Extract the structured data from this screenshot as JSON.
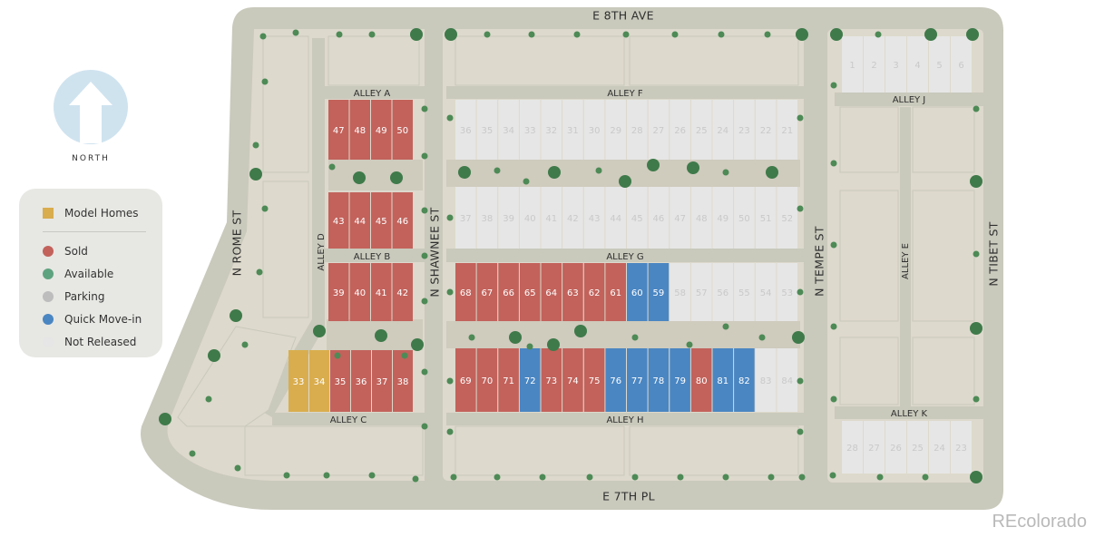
{
  "compass": {
    "label": "NORTH",
    "icon": "north-arrow-icon"
  },
  "legend": {
    "items": [
      {
        "label": "Model Homes",
        "status": "model",
        "shape": "square",
        "color": "#d9ad4e"
      },
      {
        "label": "Sold",
        "status": "sold",
        "shape": "circle",
        "color": "#c2625b"
      },
      {
        "label": "Available",
        "status": "available",
        "shape": "circle",
        "color": "#5ea37f"
      },
      {
        "label": "Parking",
        "status": "parking",
        "shape": "circle",
        "color": "#bdbdbd"
      },
      {
        "label": "Quick Move-in",
        "status": "quick",
        "shape": "circle",
        "color": "#4a86c2"
      },
      {
        "label": "Not Released",
        "status": "not_released",
        "shape": "circle",
        "color": "#e6e6e6"
      }
    ]
  },
  "streets": {
    "e8th": "E 8TH AVE",
    "e7th": "E 7TH PL",
    "rome": "N ROME ST",
    "shawnee": "N SHAWNEE ST",
    "tempe": "N TEMPE ST",
    "tibet": "N TIBET ST"
  },
  "alleys": {
    "a": "ALLEY A",
    "b": "ALLEY B",
    "c": "ALLEY C",
    "d": "ALLEY D",
    "e": "ALLEY E",
    "f": "ALLEY F",
    "g": "ALLEY G",
    "h": "ALLEY H",
    "j": "ALLEY J",
    "k": "ALLEY K"
  },
  "lot_rows": [
    {
      "id": "alley-a-south",
      "lots": [
        {
          "n": "47",
          "s": "sold"
        },
        {
          "n": "48",
          "s": "sold"
        },
        {
          "n": "49",
          "s": "sold"
        },
        {
          "n": "50",
          "s": "sold"
        }
      ]
    },
    {
      "id": "alley-b-north",
      "lots": [
        {
          "n": "43",
          "s": "sold"
        },
        {
          "n": "44",
          "s": "sold"
        },
        {
          "n": "45",
          "s": "sold"
        },
        {
          "n": "46",
          "s": "sold"
        }
      ]
    },
    {
      "id": "alley-b-south",
      "lots": [
        {
          "n": "39",
          "s": "sold"
        },
        {
          "n": "40",
          "s": "sold"
        },
        {
          "n": "41",
          "s": "sold"
        },
        {
          "n": "42",
          "s": "sold"
        }
      ]
    },
    {
      "id": "alley-c-north",
      "lots": [
        {
          "n": "33",
          "s": "model"
        },
        {
          "n": "34",
          "s": "model"
        },
        {
          "n": "35",
          "s": "sold"
        },
        {
          "n": "36",
          "s": "sold"
        },
        {
          "n": "37",
          "s": "sold"
        },
        {
          "n": "38",
          "s": "sold"
        }
      ]
    },
    {
      "id": "alley-f-south",
      "lots": [
        {
          "n": "36",
          "s": "not_released"
        },
        {
          "n": "35",
          "s": "not_released"
        },
        {
          "n": "34",
          "s": "not_released"
        },
        {
          "n": "33",
          "s": "not_released"
        },
        {
          "n": "32",
          "s": "not_released"
        },
        {
          "n": "31",
          "s": "not_released"
        },
        {
          "n": "30",
          "s": "not_released"
        },
        {
          "n": "29",
          "s": "not_released"
        },
        {
          "n": "28",
          "s": "not_released"
        },
        {
          "n": "27",
          "s": "not_released"
        },
        {
          "n": "26",
          "s": "not_released"
        },
        {
          "n": "25",
          "s": "not_released"
        },
        {
          "n": "24",
          "s": "not_released"
        },
        {
          "n": "23",
          "s": "not_released"
        },
        {
          "n": "22",
          "s": "not_released"
        },
        {
          "n": "21",
          "s": "not_released"
        }
      ]
    },
    {
      "id": "alley-g-north",
      "lots": [
        {
          "n": "37",
          "s": "not_released"
        },
        {
          "n": "38",
          "s": "not_released"
        },
        {
          "n": "39",
          "s": "not_released"
        },
        {
          "n": "40",
          "s": "not_released"
        },
        {
          "n": "41",
          "s": "not_released"
        },
        {
          "n": "42",
          "s": "not_released"
        },
        {
          "n": "43",
          "s": "not_released"
        },
        {
          "n": "44",
          "s": "not_released"
        },
        {
          "n": "45",
          "s": "not_released"
        },
        {
          "n": "46",
          "s": "not_released"
        },
        {
          "n": "47",
          "s": "not_released"
        },
        {
          "n": "48",
          "s": "not_released"
        },
        {
          "n": "49",
          "s": "not_released"
        },
        {
          "n": "50",
          "s": "not_released"
        },
        {
          "n": "51",
          "s": "not_released"
        },
        {
          "n": "52",
          "s": "not_released"
        }
      ]
    },
    {
      "id": "alley-g-south",
      "lots": [
        {
          "n": "68",
          "s": "sold"
        },
        {
          "n": "67",
          "s": "sold"
        },
        {
          "n": "66",
          "s": "sold"
        },
        {
          "n": "65",
          "s": "sold"
        },
        {
          "n": "64",
          "s": "sold"
        },
        {
          "n": "63",
          "s": "sold"
        },
        {
          "n": "62",
          "s": "sold"
        },
        {
          "n": "61",
          "s": "sold"
        },
        {
          "n": "60",
          "s": "quick"
        },
        {
          "n": "59",
          "s": "quick"
        },
        {
          "n": "58",
          "s": "not_released"
        },
        {
          "n": "57",
          "s": "not_released"
        },
        {
          "n": "56",
          "s": "not_released"
        },
        {
          "n": "55",
          "s": "not_released"
        },
        {
          "n": "54",
          "s": "not_released"
        },
        {
          "n": "53",
          "s": "not_released"
        }
      ]
    },
    {
      "id": "alley-h-north",
      "lots": [
        {
          "n": "69",
          "s": "sold"
        },
        {
          "n": "70",
          "s": "sold"
        },
        {
          "n": "71",
          "s": "sold"
        },
        {
          "n": "72",
          "s": "quick"
        },
        {
          "n": "73",
          "s": "sold"
        },
        {
          "n": "74",
          "s": "sold"
        },
        {
          "n": "75",
          "s": "sold"
        },
        {
          "n": "76",
          "s": "quick"
        },
        {
          "n": "77",
          "s": "quick"
        },
        {
          "n": "78",
          "s": "quick"
        },
        {
          "n": "79",
          "s": "quick"
        },
        {
          "n": "80",
          "s": "sold"
        },
        {
          "n": "81",
          "s": "quick"
        },
        {
          "n": "82",
          "s": "quick"
        },
        {
          "n": "83",
          "s": "not_released"
        },
        {
          "n": "84",
          "s": "not_released"
        }
      ]
    },
    {
      "id": "alley-j-north",
      "lots": [
        {
          "n": "1",
          "s": "not_released"
        },
        {
          "n": "2",
          "s": "not_released"
        },
        {
          "n": "3",
          "s": "not_released"
        },
        {
          "n": "4",
          "s": "not_released"
        },
        {
          "n": "5",
          "s": "not_released"
        },
        {
          "n": "6",
          "s": "not_released"
        }
      ]
    },
    {
      "id": "alley-k-south",
      "lots": [
        {
          "n": "28",
          "s": "not_released"
        },
        {
          "n": "27",
          "s": "not_released"
        },
        {
          "n": "26",
          "s": "not_released"
        },
        {
          "n": "25",
          "s": "not_released"
        },
        {
          "n": "24",
          "s": "not_released"
        },
        {
          "n": "23",
          "s": "not_released"
        }
      ]
    }
  ],
  "brand": "REcolorado"
}
